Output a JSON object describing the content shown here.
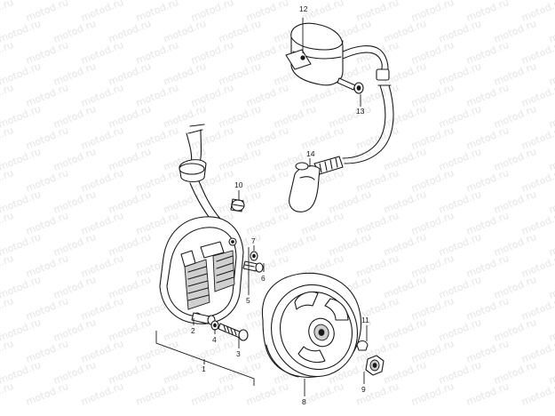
{
  "watermark": {
    "text": "motod.ru"
  },
  "callouts": [
    {
      "id": "1",
      "part": "stator-assembly"
    },
    {
      "id": "2",
      "part": "stator-screw"
    },
    {
      "id": "3",
      "part": "stator-bolt"
    },
    {
      "id": "4",
      "part": "stator-washer"
    },
    {
      "id": "5",
      "part": "pickup-coil-bolt"
    },
    {
      "id": "6",
      "part": "pickup-coil-screw"
    },
    {
      "id": "7",
      "part": "pickup-coil-washer"
    },
    {
      "id": "8",
      "part": "flywheel-rotor"
    },
    {
      "id": "9",
      "part": "rotor-nut"
    },
    {
      "id": "10",
      "part": "clamp-screw"
    },
    {
      "id": "11",
      "part": "woodruff-key"
    },
    {
      "id": "12",
      "part": "ignition-coil"
    },
    {
      "id": "13",
      "part": "ignition-coil-bolt"
    },
    {
      "id": "14",
      "part": "spark-plug-cap"
    }
  ]
}
